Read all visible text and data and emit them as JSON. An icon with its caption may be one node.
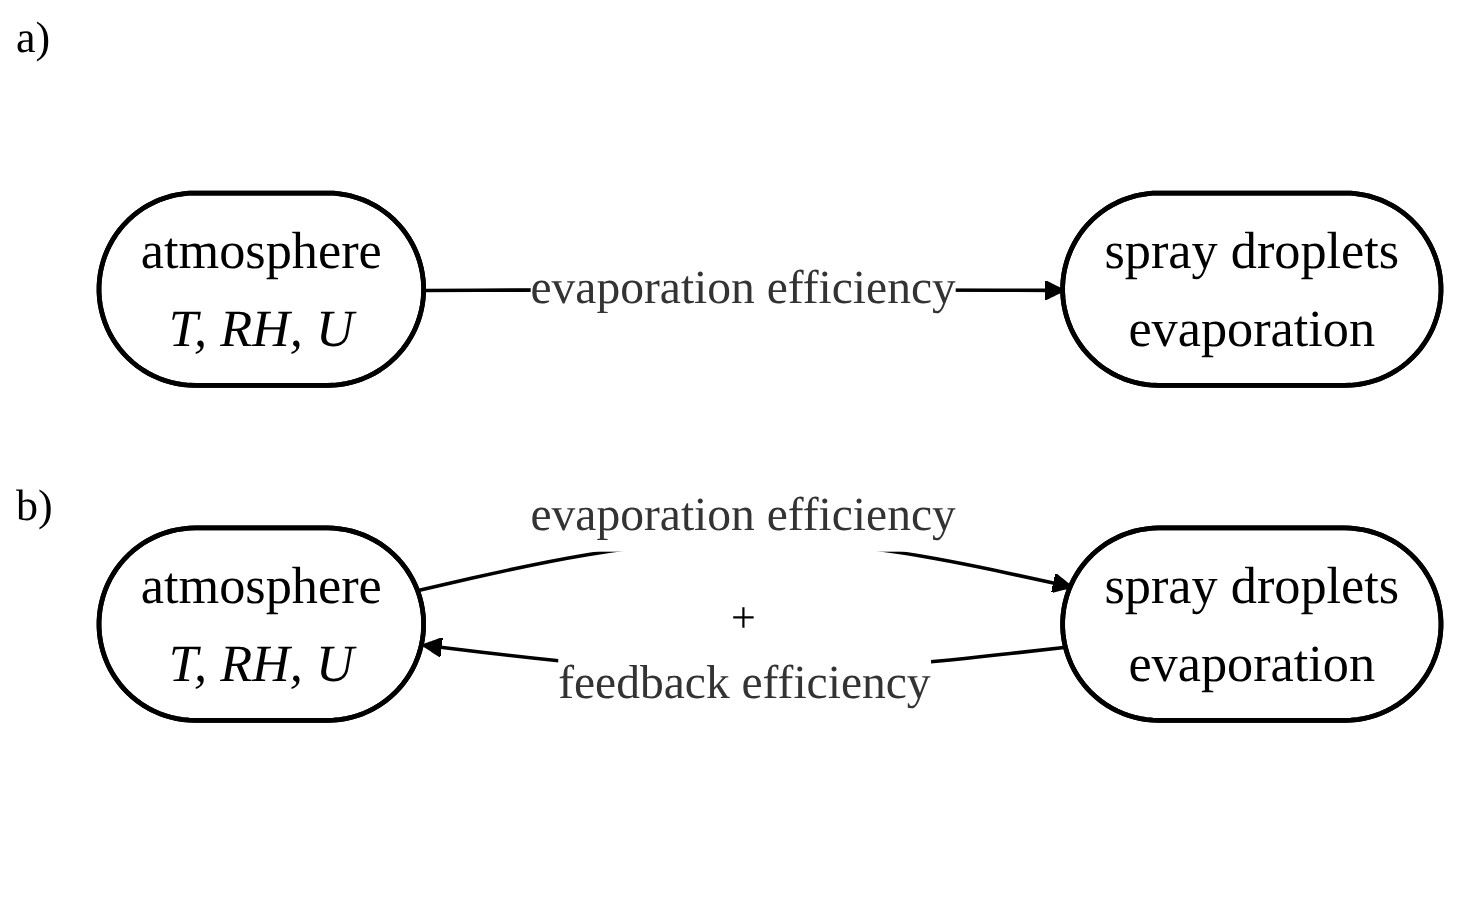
{
  "diagram": {
    "nodes": [
      {
        "text": [
          "atmosphere",
          "T, RH, U"
        ]
      },
      {
        "text": [
          "spray droplets",
          "evaporation"
        ]
      },
      {
        "text": [
          "atmosphere",
          "T, RH, U"
        ]
      },
      {
        "text": [
          "spray droplets",
          "evaporation"
        ]
      }
    ],
    "edges": [
      {
        "from": 0,
        "to": 1,
        "arrow": "to",
        "label": "evaporation efficiency"
      },
      {
        "from": 2,
        "to": 3,
        "arrow": "to",
        "label": "evaporation efficiency"
      },
      {
        "from": 3,
        "to": 2,
        "arrow": "to",
        "label": "feedback efficiency"
      }
    ],
    "labels": [
      "a)",
      "b)",
      "+"
    ]
  }
}
